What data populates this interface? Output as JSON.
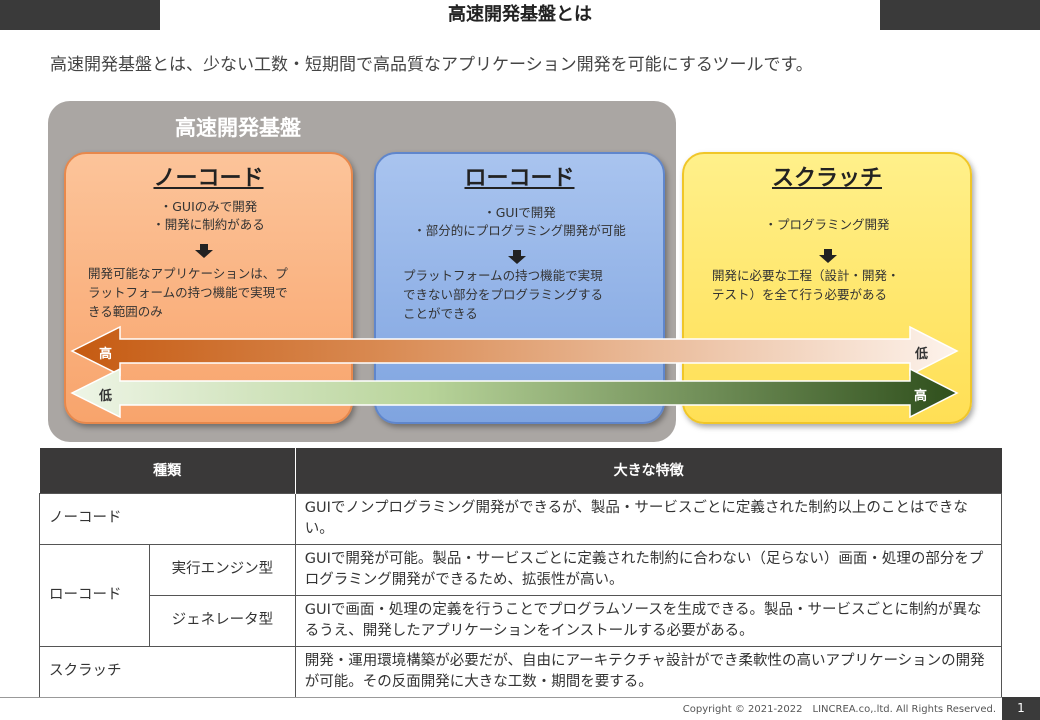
{
  "header": {
    "title": "高速開発基盤とは"
  },
  "subtitle": "高速開発基盤とは、少ない工数・短期間で高品質なアプリケーション開発を可能にするツールです。",
  "diagram": {
    "platform_title": "高速開発基盤",
    "cards": [
      {
        "title": "ノーコード",
        "bullets": [
          "・GUIのみで開発",
          "・開発に制約がある"
        ],
        "desc": [
          "開発可能なアプリケーションは、プ",
          "ラットフォームの持つ機能で実現で",
          "きる範囲のみ"
        ],
        "color": "#f8a46c"
      },
      {
        "title": "ローコード",
        "bullets": [
          "・GUIで開発",
          "・部分的にプログラミング開発が可能"
        ],
        "desc": [
          "プラットフォームの持つ機能で実現",
          "できない部分をプログラミングする",
          "ことができる"
        ],
        "color": "#7fa4e0"
      },
      {
        "title": "スクラッチ",
        "bullets": [
          "・プログラミング開発"
        ],
        "desc": [
          "開発に必要な工程（設計・開発・",
          "テスト）を全て行う必要がある"
        ],
        "color": "#ffdf55"
      }
    ],
    "arrow1": {
      "left_label": "高",
      "right_label": "低",
      "color": "#c55a11"
    },
    "arrow2": {
      "left_label": "低",
      "right_label": "高",
      "color": "#375623"
    }
  },
  "table": {
    "headers": [
      "種類",
      "大きな特徴"
    ],
    "rows": {
      "nocode": {
        "type": "ノーコード",
        "desc": "GUIでノンプログラミング開発ができるが、製品・サービスごとに定義された制約以上のことはできない。"
      },
      "lowcode": {
        "type": "ローコード",
        "sub1": {
          "type": "実行エンジン型",
          "desc": "GUIで開発が可能。製品・サービスごとに定義された制約に合わない（足らない）画面・処理の部分をプログラミング開発ができるため、拡張性が高い。"
        },
        "sub2": {
          "type": "ジェネレータ型",
          "desc": "GUIで画面・処理の定義を行うことでプログラムソースを生成できる。製品・サービスごとに制約が異なるうえ、開発したアプリケーションをインストールする必要がある。"
        }
      },
      "scratch": {
        "type": "スクラッチ",
        "desc": "開発・運用環境構築が必要だが、自由にアーキテクチャ設計ができ柔軟性の高いアプリケーションの開発が可能。その反面開発に大きな工数・期間を要する。"
      }
    }
  },
  "footer": {
    "copyright": "Copyright © 2021-2022　LINCREA.co,.ltd.  All Rights Reserved.",
    "page": "1"
  }
}
